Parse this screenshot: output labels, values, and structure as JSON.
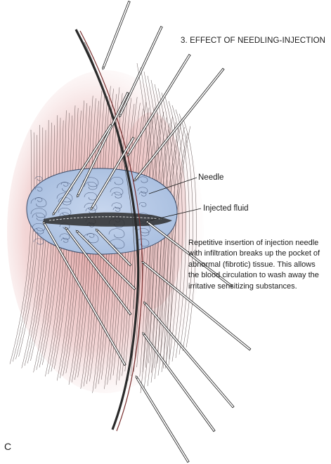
{
  "figure": {
    "title": "3. EFFECT OF NEEDLING-INJECTION",
    "panel_letter": "C",
    "labels": {
      "needle": "Needle",
      "injected_fluid": "Injected fluid"
    },
    "description": "Repetitive insertion of injection needle with infiltration breaks up the pocket of abnormal (fibrotic) tissue. This allows the blood circulation to wash away the irritative sensitizing substances.",
    "colors": {
      "muscle_tint": "#e2a3a3",
      "fibrotic_pocket": "#b9cbe6",
      "outline": "#2a2a2a",
      "needle_fill": "#ffffff"
    },
    "icons": [
      "needle-icon",
      "muscle-fiber-icon",
      "fibrotic-pocket-icon"
    ]
  }
}
